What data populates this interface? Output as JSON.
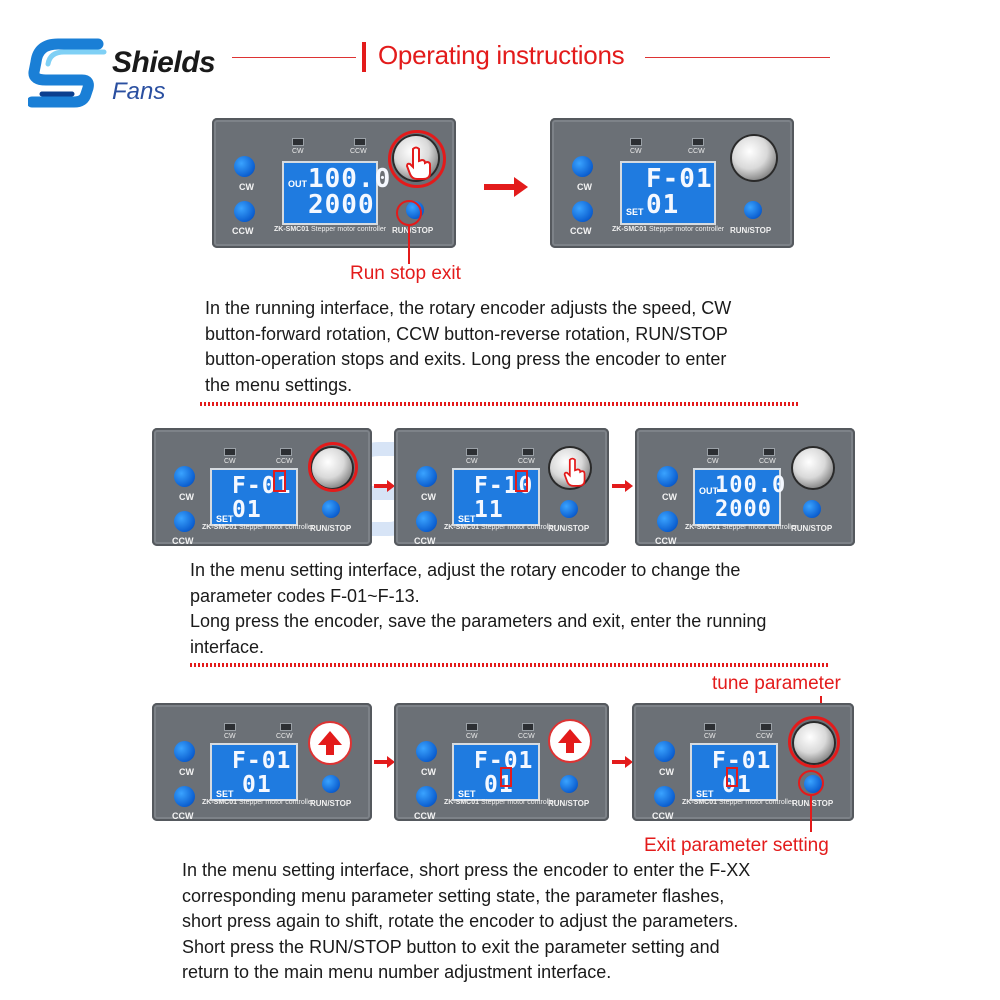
{
  "brand": {
    "line1": "Shields",
    "line2": "Fans"
  },
  "title": "Operating instructions",
  "colors": {
    "accent": "#e31b1b",
    "lcd": "#1f7be0",
    "panel": "#6b7076",
    "brand_blue": "#1a7fd6"
  },
  "device_labels": {
    "cw": "CW",
    "ccw": "CCW",
    "led_cw": "CW",
    "led_ccw": "CCW",
    "model": "ZK-SMC01",
    "model_desc": "Stepper motor controller",
    "run_stop": "RUN/STOP",
    "out": "OUT",
    "set": "SET"
  },
  "section1": {
    "devices": [
      {
        "row1": "100.0",
        "row2": "2000",
        "tag1": "OUT",
        "tag2": ""
      },
      {
        "row1": "F-01",
        "row2": "01",
        "tag1": "",
        "tag2": "SET"
      }
    ],
    "callout": "Run stop exit",
    "text": "In the running interface, the rotary encoder adjusts the speed, CW\nbutton-forward rotation, CCW button-reverse rotation, RUN/STOP\nbutton-operation stops and exits. Long press the encoder to enter\nthe menu settings."
  },
  "section2": {
    "devices": [
      {
        "row1": "F-01",
        "row2": "01",
        "tag1": "",
        "tag2": "SET"
      },
      {
        "row1": "F-10",
        "row2": "11",
        "tag1": "",
        "tag2": "SET"
      },
      {
        "row1": "100.0",
        "row2": "2000",
        "tag1": "OUT",
        "tag2": ""
      }
    ],
    "text": "In the menu setting interface, adjust the rotary encoder to change the\nparameter codes F-01~F-13.\nLong press the encoder, save the parameters and exit, enter the running\ninterface."
  },
  "section3": {
    "devices": [
      {
        "row1": "F-01",
        "row2": "01",
        "tag1": "",
        "tag2": "SET"
      },
      {
        "row1": "F-01",
        "row2": "01",
        "tag1": "",
        "tag2": "SET"
      },
      {
        "row1": "F-01",
        "row2": "01",
        "tag1": "",
        "tag2": "SET"
      }
    ],
    "callout_top": "tune parameter",
    "callout_bottom": "Exit parameter setting",
    "text": "In the menu setting interface, short press the encoder to enter the F-XX\ncorresponding menu parameter setting state, the parameter flashes,\nshort press again to shift, rotate the encoder to adjust the parameters.\nShort press the RUN/STOP button to exit the parameter setting and\nreturn to the main menu number adjustment interface."
  }
}
